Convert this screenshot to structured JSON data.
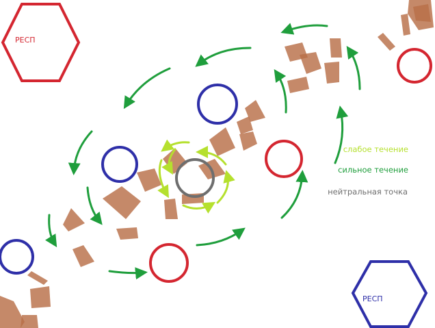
{
  "spawns": {
    "red": {
      "label": "РЕСП"
    },
    "blue": {
      "label": "РЕСП"
    }
  },
  "legend": {
    "weak": "слабое течение",
    "strong": "сильное течение",
    "neutral": "нейтральная точка"
  },
  "colors": {
    "red_team": "#d42630",
    "blue_team": "#2e2fa8",
    "neutral": "#6e6e6e",
    "strong_current": "#1f9e3c",
    "weak_current": "#b5e02e",
    "obstacle": "#b86f48",
    "obstacle_light": "#c89070"
  }
}
